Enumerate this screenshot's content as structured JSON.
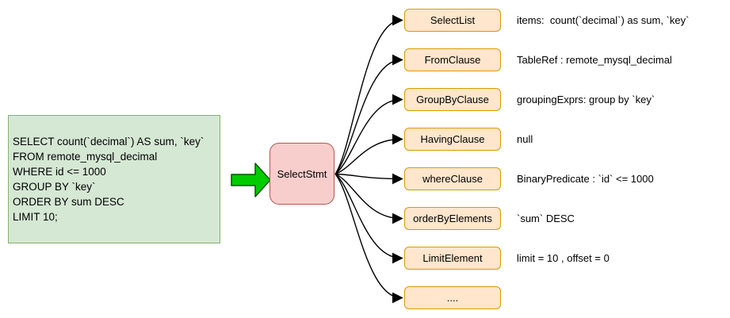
{
  "diagram": {
    "sql_box": {
      "text": "SELECT count(`decimal`) AS sum, `key`\nFROM remote_mysql_decimal\nWHERE id <= 1000\nGROUP BY `key`\nORDER BY sum DESC\nLIMIT 10;"
    },
    "root_node": {
      "label": "SelectStmt"
    },
    "nodes": [
      {
        "label": "SelectList",
        "annotation": "items:  count(`decimal`) as sum, `key`"
      },
      {
        "label": "FromClause",
        "annotation": "TableRef : remote_mysql_decimal"
      },
      {
        "label": "GroupByClause",
        "annotation": "groupingExprs: group by `key`"
      },
      {
        "label": "HavingClause",
        "annotation": "null"
      },
      {
        "label": "whereClause",
        "annotation": "BinaryPredicate : `id` <= 1000"
      },
      {
        "label": "orderByElements",
        "annotation": "`sum` DESC"
      },
      {
        "label": "LimitElement",
        "annotation": "limit = 10 , offset = 0"
      },
      {
        "label": "....",
        "annotation": ""
      }
    ],
    "colors": {
      "green_fill": "#d5e8d4",
      "green_stroke": "#82b366",
      "arrow_fill": "#00cc00",
      "arrow_stroke": "#005700",
      "pink_fill": "#f8cecc",
      "pink_stroke": "#b85450",
      "orange_fill": "#ffe6cc",
      "orange_stroke": "#d79b00",
      "edge_stroke": "#000000"
    }
  }
}
